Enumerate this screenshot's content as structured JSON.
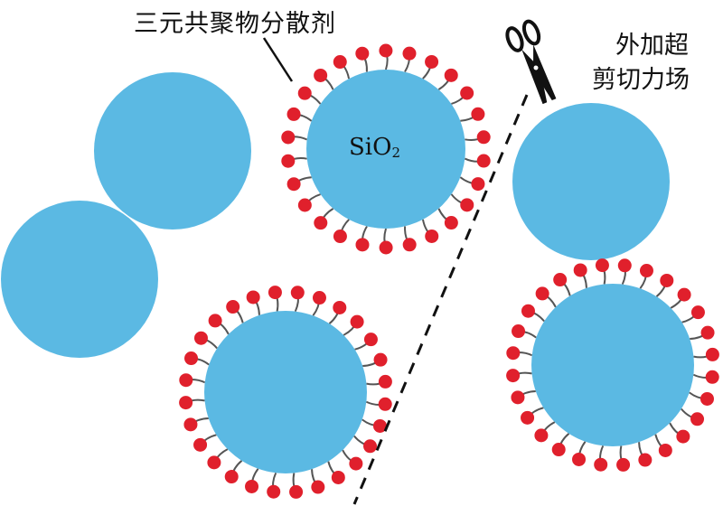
{
  "labels": {
    "dispersant": "三元共聚物分散剂",
    "shear_line1": "外加超",
    "shear_line2": "剪切力场",
    "particle_main": "SiO",
    "particle_sub": "2"
  },
  "colors": {
    "particle": "#5bb9e3",
    "polymer_head": "#e0202c",
    "polymer_chain": "#555555",
    "dashed_line": "#111111",
    "scissors": "#111111"
  },
  "icons": {
    "scissors": "scissors-icon"
  }
}
